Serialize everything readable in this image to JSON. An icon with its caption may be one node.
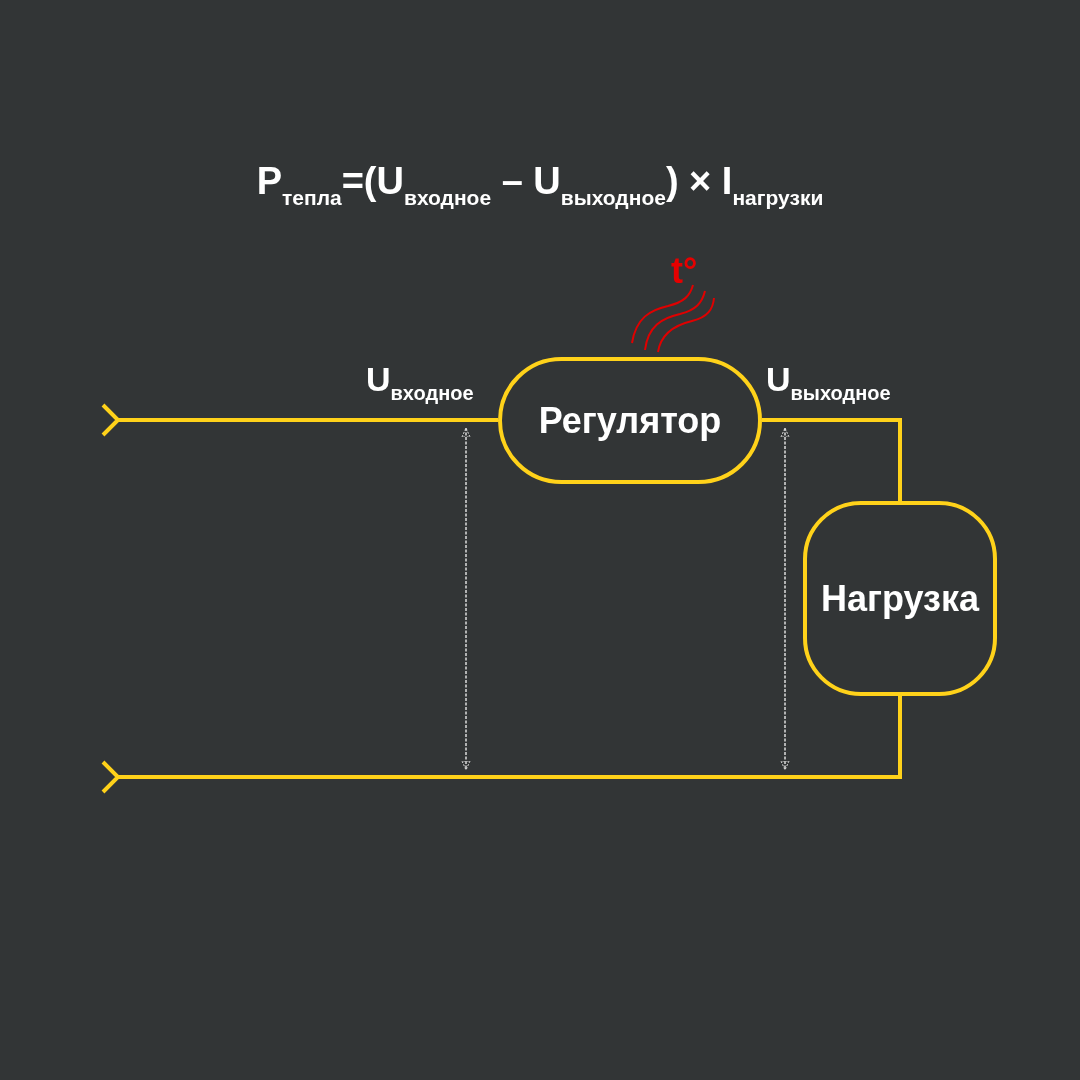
{
  "diagram": {
    "title": "P$_{тепла}$=(U$_{входное}$ – U$_{выходное}$) × I$_{нагрузки}$",
    "nodes": [
      {
        "text": [
          "Регулятор"
        ]
      },
      {
        "text": [
          "Нагрузка"
        ]
      }
    ],
    "edges": [
      {
        "from": null,
        "to": 0,
        "arrow": "other"
      },
      {
        "from": 0,
        "to": 1,
        "arrow": "none"
      },
      {
        "from": 1,
        "to": null,
        "arrow": "other"
      }
    ],
    "labels": [
      "t°",
      "U$_{входное}$",
      "U$_{выходное}$"
    ]
  }
}
